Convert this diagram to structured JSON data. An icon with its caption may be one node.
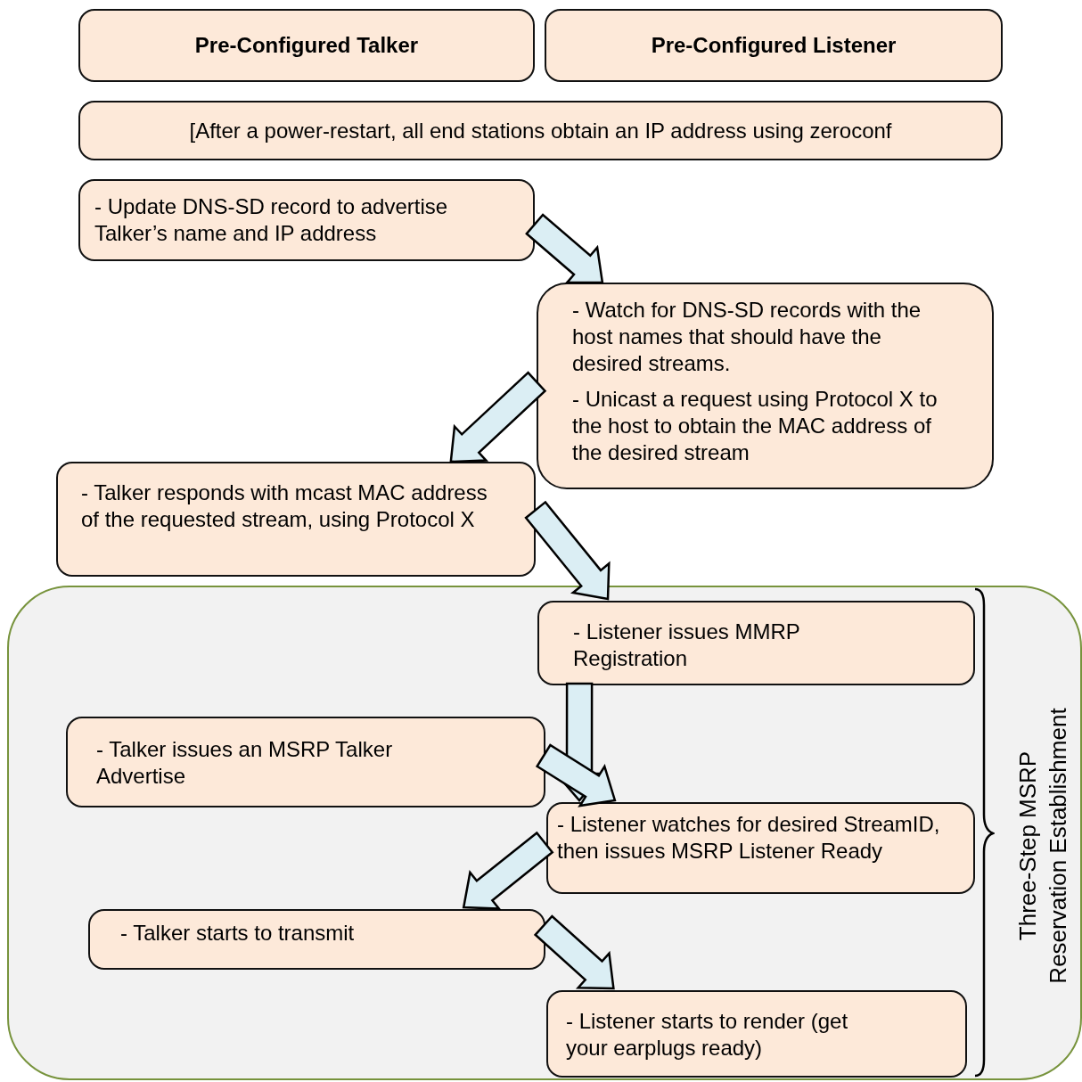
{
  "diagram": {
    "nodes": [
      {
        "text": [
          "Pre-Configured Talker"
        ]
      },
      {
        "text": [
          "Pre-Configured Listener"
        ]
      },
      {
        "text": [
          "[After a power-restart, all end stations obtain an IP address using zeroconf"
        ]
      },
      {
        "text": [
          "- Update DNS-SD record to advertise Talker’s name and IP address"
        ]
      },
      {
        "text": [
          "- Watch for  DNS-SD records with the host names that should have the desired streams.",
          "- Unicast a request using Protocol X to the host to obtain the MAC address of the desired stream"
        ]
      },
      {
        "text": [
          "- Talker responds with mcast MAC address of the requested stream, using Protocol X"
        ]
      },
      {
        "text": [
          "Three-Step MSRP Reservation Establishment"
        ]
      },
      {
        "text": [
          "- Listener issues MMRP Registration"
        ],
        "in": 6
      },
      {
        "text": [
          "- Talker issues an MSRP Talker Advertise"
        ],
        "in": 6
      },
      {
        "text": [
          "- Listener watches for desired StreamID, then issues MSRP Listener Ready"
        ],
        "in": 6
      },
      {
        "text": [
          "- Talker starts to transmit"
        ],
        "in": 6
      },
      {
        "text": [
          "- Listener starts to render (get your earplugs ready)"
        ],
        "in": 6
      }
    ],
    "edges": [
      {
        "from": 3,
        "to": 4,
        "arrow": "to"
      },
      {
        "from": 4,
        "to": 5,
        "arrow": "to"
      },
      {
        "from": 5,
        "to": 7,
        "arrow": "to"
      },
      {
        "from": 7,
        "to": 9,
        "arrow": "to"
      },
      {
        "from": 8,
        "to": 9,
        "arrow": "to"
      },
      {
        "from": 9,
        "to": 10,
        "arrow": "to"
      },
      {
        "from": 10,
        "to": 11,
        "arrow": "to"
      }
    ]
  }
}
